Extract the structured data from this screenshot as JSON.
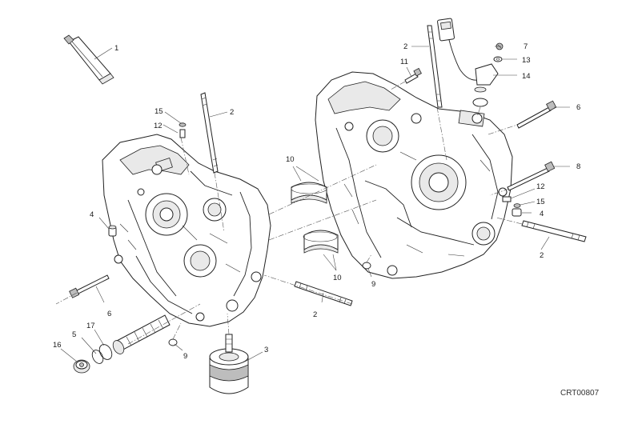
{
  "diagram": {
    "reference_code": "CRT00807",
    "callouts": [
      {
        "id": "c1",
        "text": "1"
      },
      {
        "id": "c2a",
        "text": "2"
      },
      {
        "id": "c2b",
        "text": "2"
      },
      {
        "id": "c2c",
        "text": "2"
      },
      {
        "id": "c2d",
        "text": "2"
      },
      {
        "id": "c3",
        "text": "3"
      },
      {
        "id": "c4a",
        "text": "4"
      },
      {
        "id": "c4b",
        "text": "4"
      },
      {
        "id": "c5",
        "text": "5"
      },
      {
        "id": "c6a",
        "text": "6"
      },
      {
        "id": "c6b",
        "text": "6"
      },
      {
        "id": "c7",
        "text": "7"
      },
      {
        "id": "c8",
        "text": "8"
      },
      {
        "id": "c9a",
        "text": "9"
      },
      {
        "id": "c9b",
        "text": "9"
      },
      {
        "id": "c10a",
        "text": "10"
      },
      {
        "id": "c10b",
        "text": "10"
      },
      {
        "id": "c11",
        "text": "11"
      },
      {
        "id": "c12a",
        "text": "12"
      },
      {
        "id": "c12b",
        "text": "12"
      },
      {
        "id": "c13",
        "text": "13"
      },
      {
        "id": "c14",
        "text": "14"
      },
      {
        "id": "c15a",
        "text": "15"
      },
      {
        "id": "c15b",
        "text": "15"
      },
      {
        "id": "c16",
        "text": "16"
      },
      {
        "id": "c17",
        "text": "17"
      }
    ]
  }
}
